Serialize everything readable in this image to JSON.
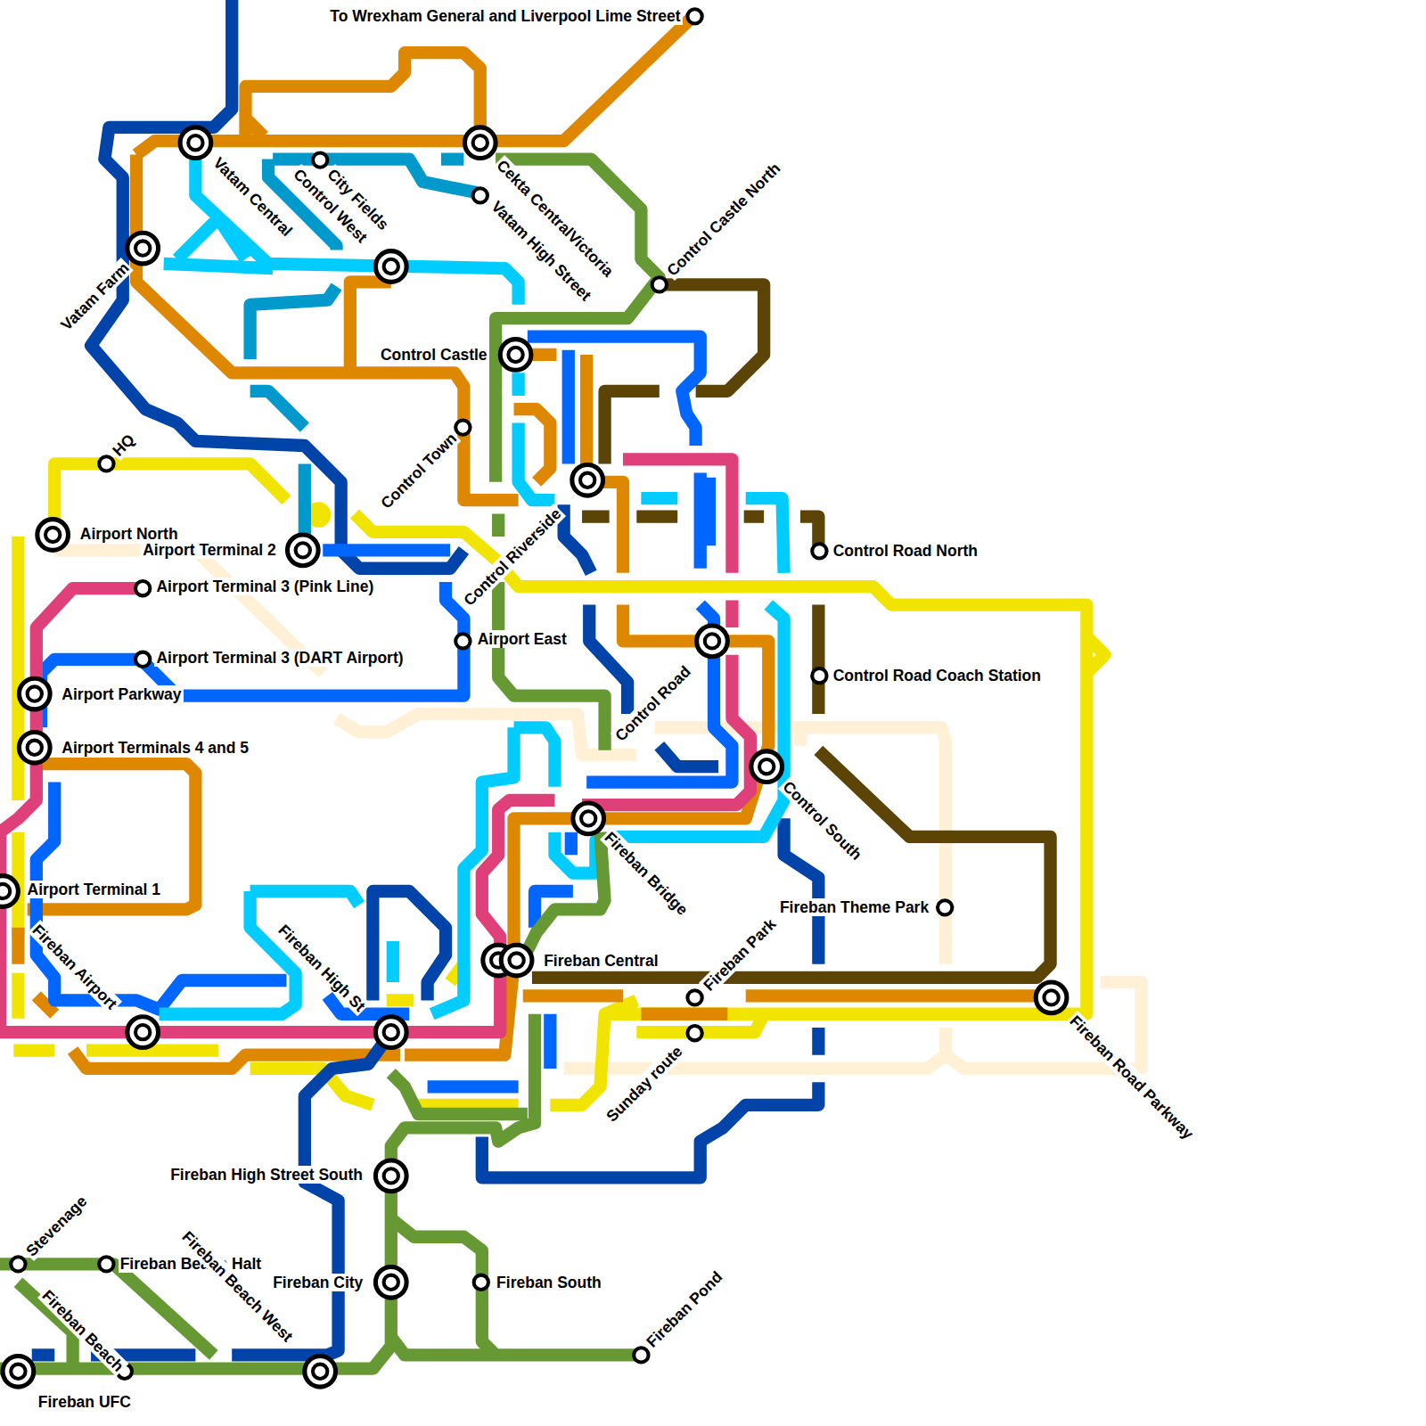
{
  "diagram": {
    "labels": [
      "To Wrexham General and Liverpool Lime Street",
      "Vatam Central",
      "City Fields",
      "Control West",
      "Cekta CentralVictoria",
      "Vatam High Street",
      "Control Castle North",
      "Vatam Farm",
      "Control Castle",
      "Control Town",
      "HQ",
      "Airport North",
      "Airport Terminal 2",
      "Airport Terminal 3 (Pink Line)",
      "Control Riverside",
      "Airport East",
      "Airport Terminal 3 (DART Airport)",
      "Airport Parkway",
      "Airport Terminals 4 and 5",
      "Control Road North",
      "Control Road Coach Station",
      "Control Road",
      "Control South",
      "Fireban Bridge",
      "Airport Terminal 1",
      "Fireban Theme Park",
      "Fireban Park",
      "Fireban Central",
      "Fireban Airport",
      "Fireban High St",
      "Sunday route",
      "Fireban Road Parkway",
      "Fireban High Street South",
      "Stevenage",
      "Fireban Beach Halt",
      "Fireban Beach",
      "Fireban Beach West",
      "Fireban UFC",
      "Fireban City",
      "Fireban South",
      "Fireban Pond"
    ]
  }
}
